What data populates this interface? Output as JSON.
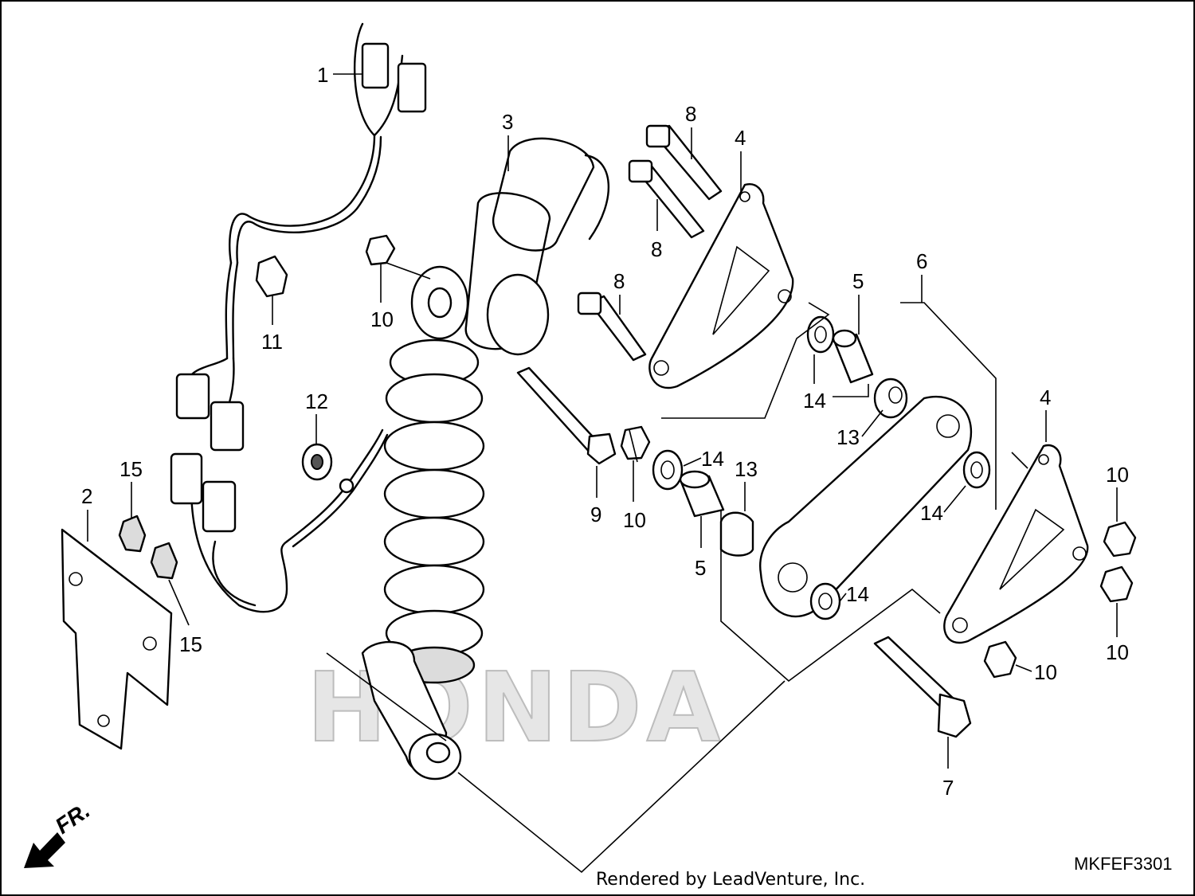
{
  "diagram": {
    "watermark": "HONDA",
    "diagram_code": "MKFEF3301",
    "credit": "Rendered by LeadVenture, Inc.",
    "front_arrow_label": "FR.",
    "callouts": {
      "c1": "1",
      "c2": "2",
      "c3": "3",
      "c4a": "4",
      "c4b": "4",
      "c5a": "5",
      "c5b": "5",
      "c6": "6",
      "c7": "7",
      "c8a": "8",
      "c8b": "8",
      "c8c": "8",
      "c9": "9",
      "c10a": "10",
      "c10b": "10",
      "c10c": "10",
      "c10d": "10",
      "c10e": "10",
      "c11": "11",
      "c12": "12",
      "c13a": "13",
      "c13b": "13",
      "c14a": "14",
      "c14b": "14",
      "c14c": "14",
      "c14d": "14",
      "c15a": "15",
      "c15b": "15"
    }
  }
}
